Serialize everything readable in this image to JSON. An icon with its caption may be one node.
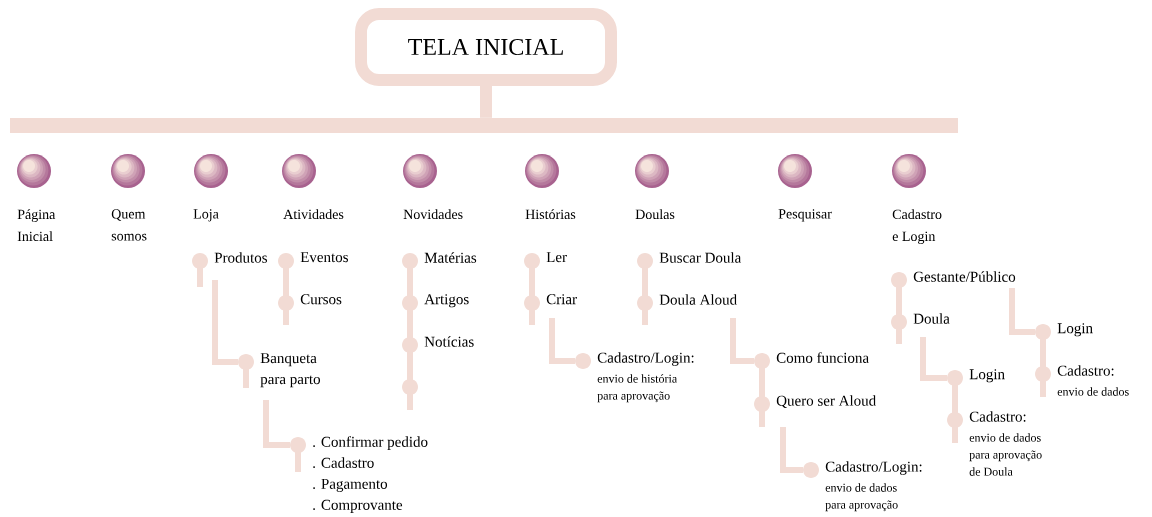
{
  "diagram": {
    "nodes": [
      {
        "text": [
          "TELA INICIAL"
        ]
      },
      {
        "text": [],
        "shape": "bar"
      },
      {
        "text": [
          "Página Inicial"
        ]
      },
      {
        "text": [
          "Quem somos"
        ]
      },
      {
        "text": [
          "Loja"
        ]
      },
      {
        "text": [
          "Produtos"
        ]
      },
      {
        "text": [
          "Banqueta para parto"
        ]
      },
      {
        "text": [
          ". Confirmar pedido",
          ". Cadastro",
          ". Pagamento",
          ". Comprovante"
        ]
      },
      {
        "text": [
          "Atividades"
        ]
      },
      {
        "text": [
          "Eventos"
        ]
      },
      {
        "text": [
          "Cursos"
        ]
      },
      {
        "text": [
          "Novidades"
        ]
      },
      {
        "text": [
          "Matérias"
        ]
      },
      {
        "text": [
          "Artigos"
        ]
      },
      {
        "text": [
          "Notícias"
        ]
      },
      {
        "text": [],
        "shape": "circle"
      },
      {
        "text": [
          "Histórias"
        ]
      },
      {
        "text": [
          "Ler"
        ]
      },
      {
        "text": [
          "Criar"
        ]
      },
      {
        "text": [
          "Cadastro/Login:",
          "envio de história para aprovação"
        ]
      },
      {
        "text": [
          "Doulas"
        ]
      },
      {
        "text": [
          "Buscar Doula"
        ]
      },
      {
        "text": [
          "Doula Aloud"
        ]
      },
      {
        "text": [
          "Como funciona"
        ]
      },
      {
        "text": [
          "Quero ser Aloud"
        ]
      },
      {
        "text": [
          "Cadastro/Login:",
          "envio de dados para aprovação"
        ]
      },
      {
        "text": [
          "Pesquisar"
        ]
      },
      {
        "text": [
          "Cadastro e Login"
        ]
      },
      {
        "text": [
          "Gestante/Público"
        ]
      },
      {
        "text": [
          "Doula"
        ]
      },
      {
        "text": [
          "Login"
        ]
      },
      {
        "text": [
          "Cadastro:",
          "envio de dados para aprovação de Doula"
        ]
      },
      {
        "text": [
          "Login"
        ]
      },
      {
        "text": [
          "Cadastro:",
          "envio de dados"
        ]
      }
    ],
    "edges": [
      {
        "from": 0,
        "to": 1,
        "arrow": "none",
        "style": "thick"
      },
      {
        "from": 5,
        "to": 6,
        "arrow": "none"
      },
      {
        "from": 6,
        "to": 7,
        "arrow": "none"
      },
      {
        "from": 9,
        "to": 10,
        "arrow": "none"
      },
      {
        "from": 12,
        "to": 13,
        "arrow": "none"
      },
      {
        "from": 13,
        "to": 14,
        "arrow": "none"
      },
      {
        "from": 14,
        "to": 15,
        "arrow": "none"
      },
      {
        "from": 17,
        "to": 18,
        "arrow": "none"
      },
      {
        "from": 18,
        "to": 19,
        "arrow": "none"
      },
      {
        "from": 21,
        "to": 22,
        "arrow": "none"
      },
      {
        "from": 22,
        "to": 23,
        "arrow": "none"
      },
      {
        "from": 23,
        "to": 24,
        "arrow": "none"
      },
      {
        "from": 24,
        "to": 25,
        "arrow": "none"
      },
      {
        "from": 28,
        "to": 29,
        "arrow": "none"
      },
      {
        "from": 29,
        "to": 30,
        "arrow": "none"
      },
      {
        "from": 30,
        "to": 31,
        "arrow": "none"
      },
      {
        "from": 28,
        "to": 32,
        "arrow": "none"
      },
      {
        "from": 32,
        "to": 33,
        "arrow": "none"
      }
    ]
  }
}
